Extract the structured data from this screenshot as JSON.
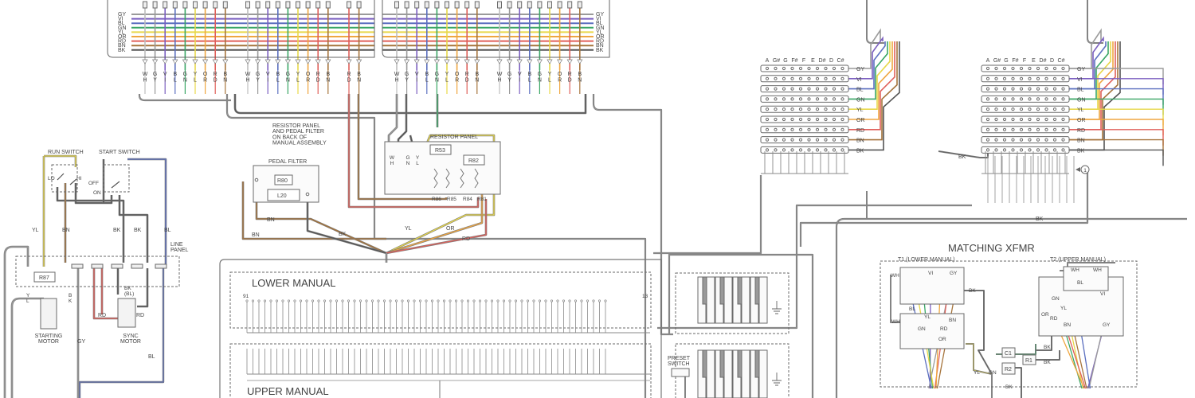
{
  "colors": {
    "GY": "#9a9a9a",
    "VI": "#7b5fc0",
    "BL": "#5b6fbf",
    "GN": "#3aa665",
    "YL": "#e8d84a",
    "OR": "#efa640",
    "RD": "#e0605a",
    "BN": "#a6743c",
    "BK": "#555555",
    "WH": "#bdbdbd",
    "frame": "#6a6a6a"
  },
  "top_bus": {
    "color_codes": [
      "GY",
      "VI",
      "BL",
      "GN",
      "YL",
      "OR",
      "RD",
      "BN",
      "BK"
    ],
    "left_labels": [
      "GY",
      "VI",
      "BL",
      "GN",
      "YL",
      "OR",
      "RD",
      "BN",
      "BK"
    ],
    "right_labels": [
      "GY",
      "VI",
      "BL",
      "GN",
      "YL",
      "OR",
      "RD",
      "BN",
      "BK"
    ],
    "group_a": [
      "W\nH",
      "G\nY",
      "V\nI",
      "B\nL",
      "G\nN",
      "Y\nL",
      "O\nR",
      "R\nD",
      "B\nN"
    ],
    "group_a_codes": [
      "WH",
      "GY",
      "VI",
      "BL",
      "GN",
      "YL",
      "OR",
      "RD",
      "BN"
    ],
    "group_mid": [
      "R\nD",
      "B\nN"
    ],
    "group_mid_codes": [
      "RD",
      "BN"
    ]
  },
  "resistor_panel_note": "RESISTOR PANEL\nAND PEDAL FILTER\nON BACK OF\nMANUAL ASSEMBLY",
  "resistor_panel": {
    "title": "RESISTOR PANEL",
    "r53": "R53",
    "r82": "R82",
    "r86": "R86",
    "r85": "R85",
    "r84": "R84",
    "r81": "R81",
    "wire_labels": [
      "W\nH",
      "G\nN",
      "Y\nL"
    ]
  },
  "pedal_filter": {
    "title": "PEDAL FILTER",
    "r80": "R80",
    "l20": "L20"
  },
  "wire_labels": {
    "bn_a": "BN",
    "bn_b": "BN",
    "bk": "BK",
    "yl": "YL",
    "or": "OR",
    "rd": "RD"
  },
  "switches": {
    "run": "RUN SWITCH",
    "start": "START SWITCH",
    "lo": "LO",
    "hi": "HI",
    "on": "ON",
    "off": "OFF"
  },
  "left_wires": {
    "yl": "YL",
    "bn": "BN",
    "bk1": "BK",
    "bk2": "BK",
    "bl": "BL",
    "line_panel": "LINE\nPANEL",
    "r87": "R87",
    "bk_bl": "BK\n(BL)",
    "rd1": "RD",
    "rd2": "RD",
    "gy": "GY",
    "bl_bottom": "BL",
    "yl_vert": "Y\nL",
    "bk_vert": "B\nK"
  },
  "motors": {
    "starting": "STARTING\nMOTOR",
    "sync": "SYNC\nMOTOR"
  },
  "manuals": {
    "lower": "LOWER MANUAL",
    "upper": "UPPER MANUAL",
    "key_first": "91",
    "key_last": "13"
  },
  "preset_switch": "PRESET\nSWITCH",
  "terminal_blocks": {
    "note_labels": [
      "A",
      "G#",
      "G",
      "F#",
      "F",
      "E",
      "D#",
      "D",
      "C#"
    ],
    "row_labels": [
      "GY",
      "VI",
      "BL",
      "GN",
      "YL",
      "OR",
      "RD",
      "BN",
      "BK"
    ],
    "row_codes": [
      "GY",
      "VI",
      "BL",
      "GN",
      "YL",
      "OR",
      "RD",
      "BN",
      "BK"
    ],
    "bk_join": "BK",
    "bk_lower": "BK",
    "callout": "1"
  },
  "matching_xfmr": {
    "title": "MATCHING XFMR",
    "t1": "T1 (LOWER MANUAL)",
    "t2": "T2 (UPPER MANUAL)",
    "t1_labels": {
      "wh1": "WH",
      "vi": "VI",
      "gy": "GY",
      "bk": "BK",
      "bl": "BL",
      "wh2": "WH",
      "yl": "YL",
      "gn": "GN",
      "rd": "RD",
      "or": "OR",
      "bn": "BN"
    },
    "t2_labels": {
      "wh1": "WH",
      "wh2": "WH",
      "bl": "BL",
      "gn": "GN",
      "yl": "YL",
      "or": "OR",
      "rd": "RD",
      "bn": "BN",
      "vi": "VI",
      "gy": "GY"
    },
    "c1": "C1",
    "r2": "R2",
    "r1": "R1",
    "bk_a": "BK",
    "bk_b": "BK",
    "bk_c": "BK",
    "yl": "YL",
    "gn": "GN"
  }
}
